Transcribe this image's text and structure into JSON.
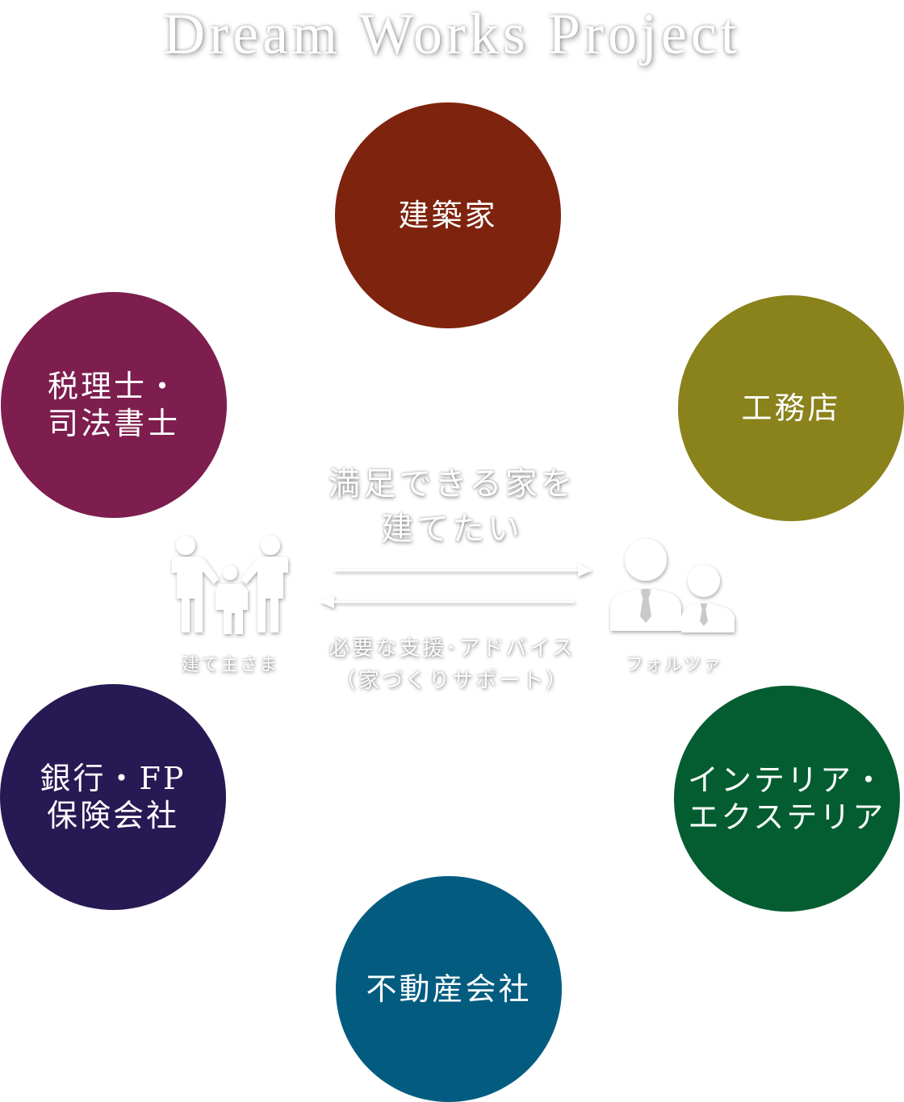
{
  "title": "Dream Works Project",
  "center": {
    "wish": "満足できる家を\n建てたい",
    "support": "必要な支援･アドバイス\n（家づくりサポート）",
    "owner_label": "建て主さま",
    "forza_label": "フォルツァ"
  },
  "partners": {
    "architect": {
      "label": "建築家",
      "color": "#7e230e"
    },
    "builder": {
      "label": "工務店",
      "color": "#8a821b"
    },
    "interior": {
      "label": "インテリア・\nエクステリア",
      "color": "#035d30"
    },
    "realestate": {
      "label": "不動産会社",
      "color": "#035c80"
    },
    "bank": {
      "label": "銀行・FP\n保険会社",
      "color": "#271953"
    },
    "tax": {
      "label": "税理士・\n司法書士",
      "color": "#7d1e4e"
    }
  },
  "icons": {
    "owner": "family-icon",
    "forza": "staff-icon",
    "arrows": "bidirectional-arrows"
  }
}
